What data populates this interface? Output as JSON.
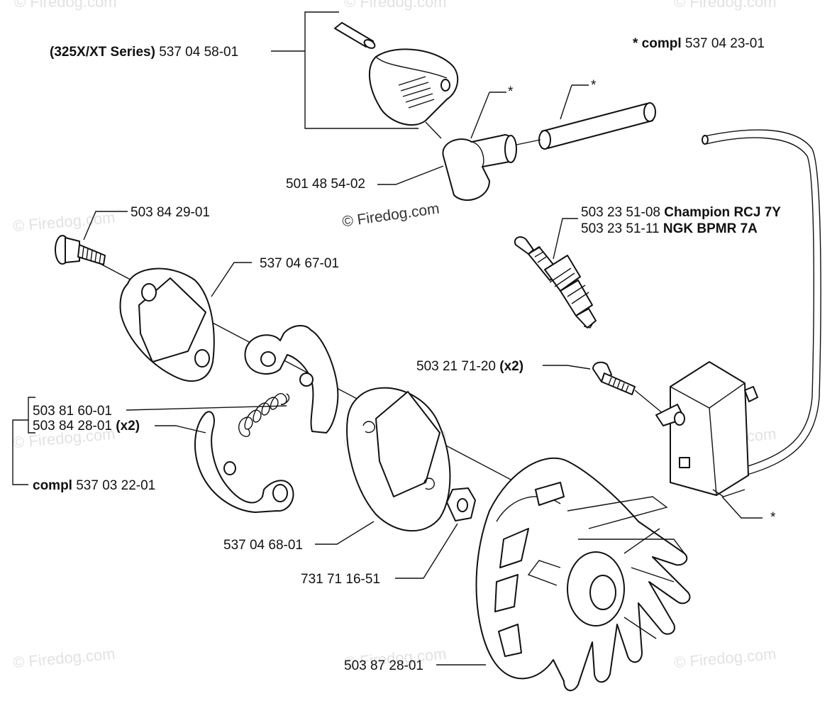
{
  "watermarks": {
    "main": "© Firedog.com",
    "faint": "© Firedog.com"
  },
  "labels": {
    "cover": {
      "prefix": "(325X/XT Series)",
      "part": "537 04 58-01"
    },
    "compl_star": {
      "prefix": "* compl",
      "part": "537 04 23-01"
    },
    "star_a": "*",
    "star_b": "*",
    "star_c": "*",
    "plug_cap": "501 48 54-02",
    "screw_top": "503 84 29-01",
    "plate_top": "537 04 67-01",
    "spark_1": {
      "part": "503 23 51-08",
      "brand": "Champion RCJ 7Y"
    },
    "spark_2": {
      "part": "503 23 51-11",
      "brand": "NGK BPMR 7A"
    },
    "module_screw": {
      "part": "503 21 71-20",
      "qty": "(x2)"
    },
    "spring": "503 81 60-01",
    "pawl": {
      "part": "503 84 28-01",
      "qty": "(x2)"
    },
    "compl_assembly": {
      "prefix": "compl",
      "part": "537 03 22-01"
    },
    "plate_bottom": "537 04 68-01",
    "washer": "731 71 16-51",
    "flywheel": "503 87 28-01"
  }
}
